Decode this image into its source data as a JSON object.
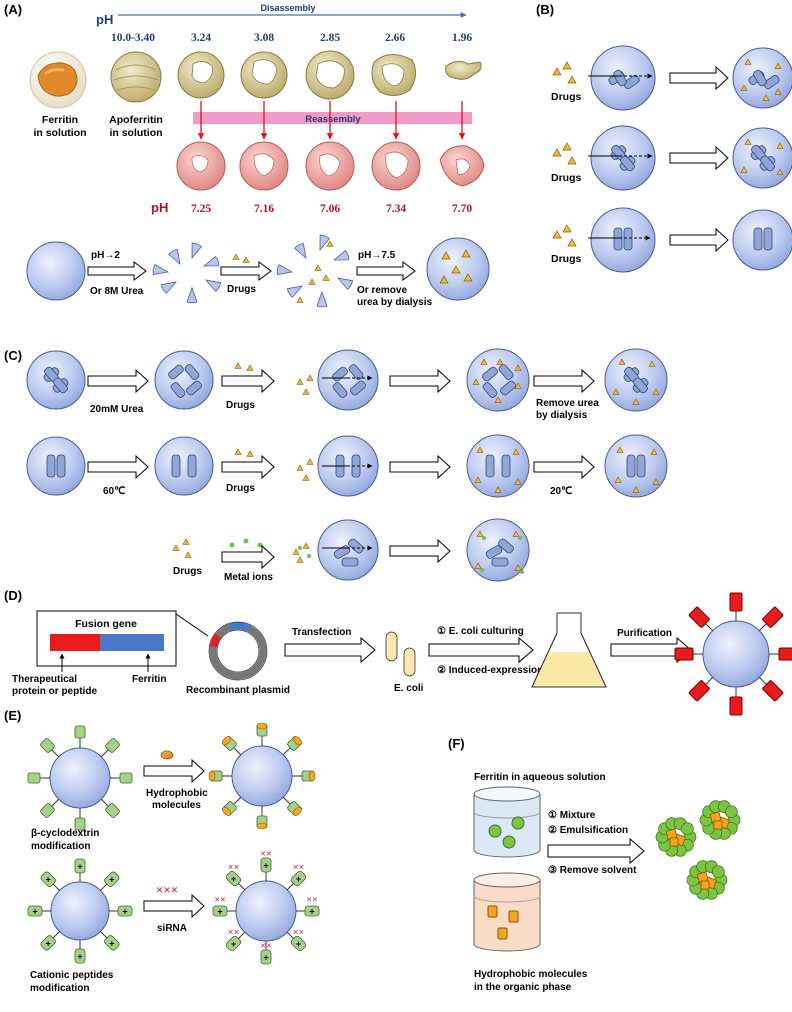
{
  "panels": {
    "A": "(A)",
    "B": "(B)",
    "C": "(C)",
    "D": "(D)",
    "E": "(E)",
    "F": "(F)"
  },
  "panel_a": {
    "ph_label": "pH",
    "disassembly": "Disassembly",
    "reassembly": "Reassembly",
    "ferritin_line1": "Ferritin",
    "ferritin_line2": "in solution",
    "apo_line1": "Apoferritin",
    "apo_line2": "in solution",
    "top_ph": [
      "10.0-3.40",
      "3.24",
      "3.08",
      "2.85",
      "2.66",
      "1.96"
    ],
    "bottom_ph": [
      "7.25",
      "7.16",
      "7.06",
      "7.34",
      "7.70"
    ],
    "bottom_ph_label": "pH",
    "step1_top": "pH→2",
    "step1_bottom": "Or 8M Urea",
    "drugs": "Drugs",
    "step3_top": "pH→7.5",
    "step3_mid": "Or remove",
    "step3_bottom": "urea by dialysis"
  },
  "panel_b": {
    "drugs": "Drugs"
  },
  "panel_c": {
    "urea": "20mM Urea",
    "drugs": "Drugs",
    "remove_line1": "Remove urea",
    "remove_line2": "by dialysis",
    "heat": "60℃",
    "cool": "20℃",
    "metal_ions": "Metal ions"
  },
  "panel_d": {
    "fusion_gene": "Fusion gene",
    "therapeutic_line1": "Therapeutical",
    "therapeutic_line2": "protein or peptide",
    "ferritin": "Ferritin",
    "plasmid": "Recombinant plasmid",
    "transfection": "Transfection",
    "ecoli": "E. coli",
    "step1": "① E. coli culturing",
    "step2": "② Induced-expression",
    "purification": "Purification"
  },
  "panel_e": {
    "hydrophobic_line1": "Hydrophobic",
    "hydrophobic_line2": "molecules",
    "cd_line1": "β-cyclodextrin",
    "cd_line2": "modification",
    "sirna": "siRNA",
    "cationic_line1": "Cationic peptides",
    "cationic_line2": "modification"
  },
  "panel_f": {
    "aqueous": "Ferritin in aqueous solution",
    "step1": "① Mixture",
    "step2": "② Emulsification",
    "step3": "③ Remove solvent",
    "organic_line1": "Hydrophobic molecules",
    "organic_line2": "in the organic phase"
  },
  "colors": {
    "title_blue": "#1f3f78",
    "ph_red": "#b5121b",
    "pink_bar": "#f29bc7",
    "drug_orange": "#f5a623",
    "gene_red": "#e81c1c",
    "gene_blue": "#4a78c8",
    "green": "#7cc442"
  }
}
